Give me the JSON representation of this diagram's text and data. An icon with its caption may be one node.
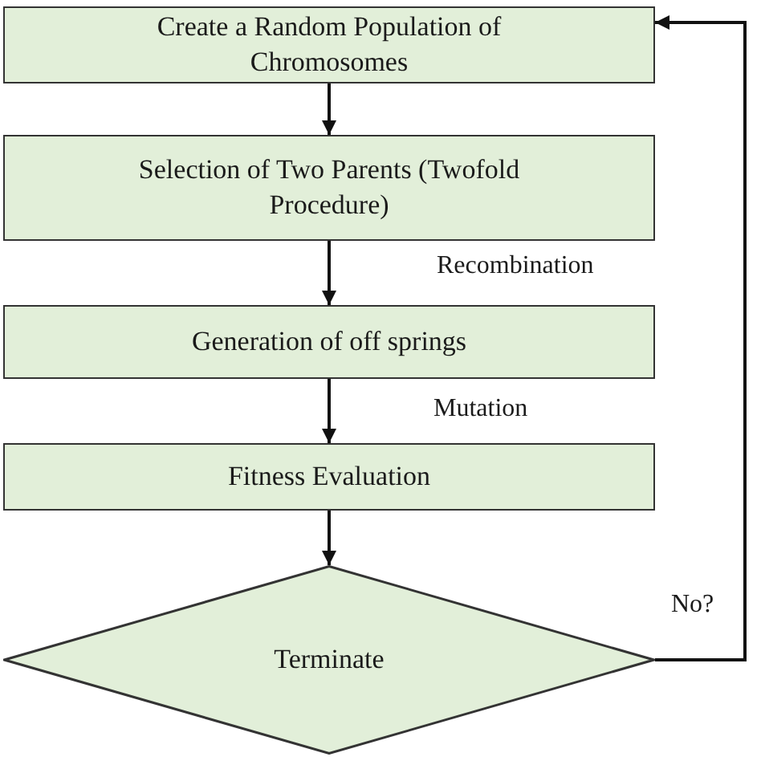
{
  "diagram": {
    "nodes": [
      {
        "text": [
          "Create a Random Population of Chromosomes"
        ]
      },
      {
        "text": [
          "Selection of Two Parents (Twofold Procedure)"
        ]
      },
      {
        "text": [
          "Generation of off springs"
        ]
      },
      {
        "text": [
          "Fitness Evaluation"
        ]
      },
      {
        "text": [
          "Terminate"
        ]
      }
    ],
    "edges": [
      {
        "from": 0,
        "to": 1,
        "arrow": "to"
      },
      {
        "from": 1,
        "to": 2,
        "arrow": "to",
        "label": "Recombination"
      },
      {
        "from": 2,
        "to": 3,
        "arrow": "to",
        "label": "Mutation"
      },
      {
        "from": 3,
        "to": 4,
        "arrow": "to"
      },
      {
        "from": 4,
        "to": 0,
        "arrow": "to",
        "label": "No?"
      }
    ]
  }
}
